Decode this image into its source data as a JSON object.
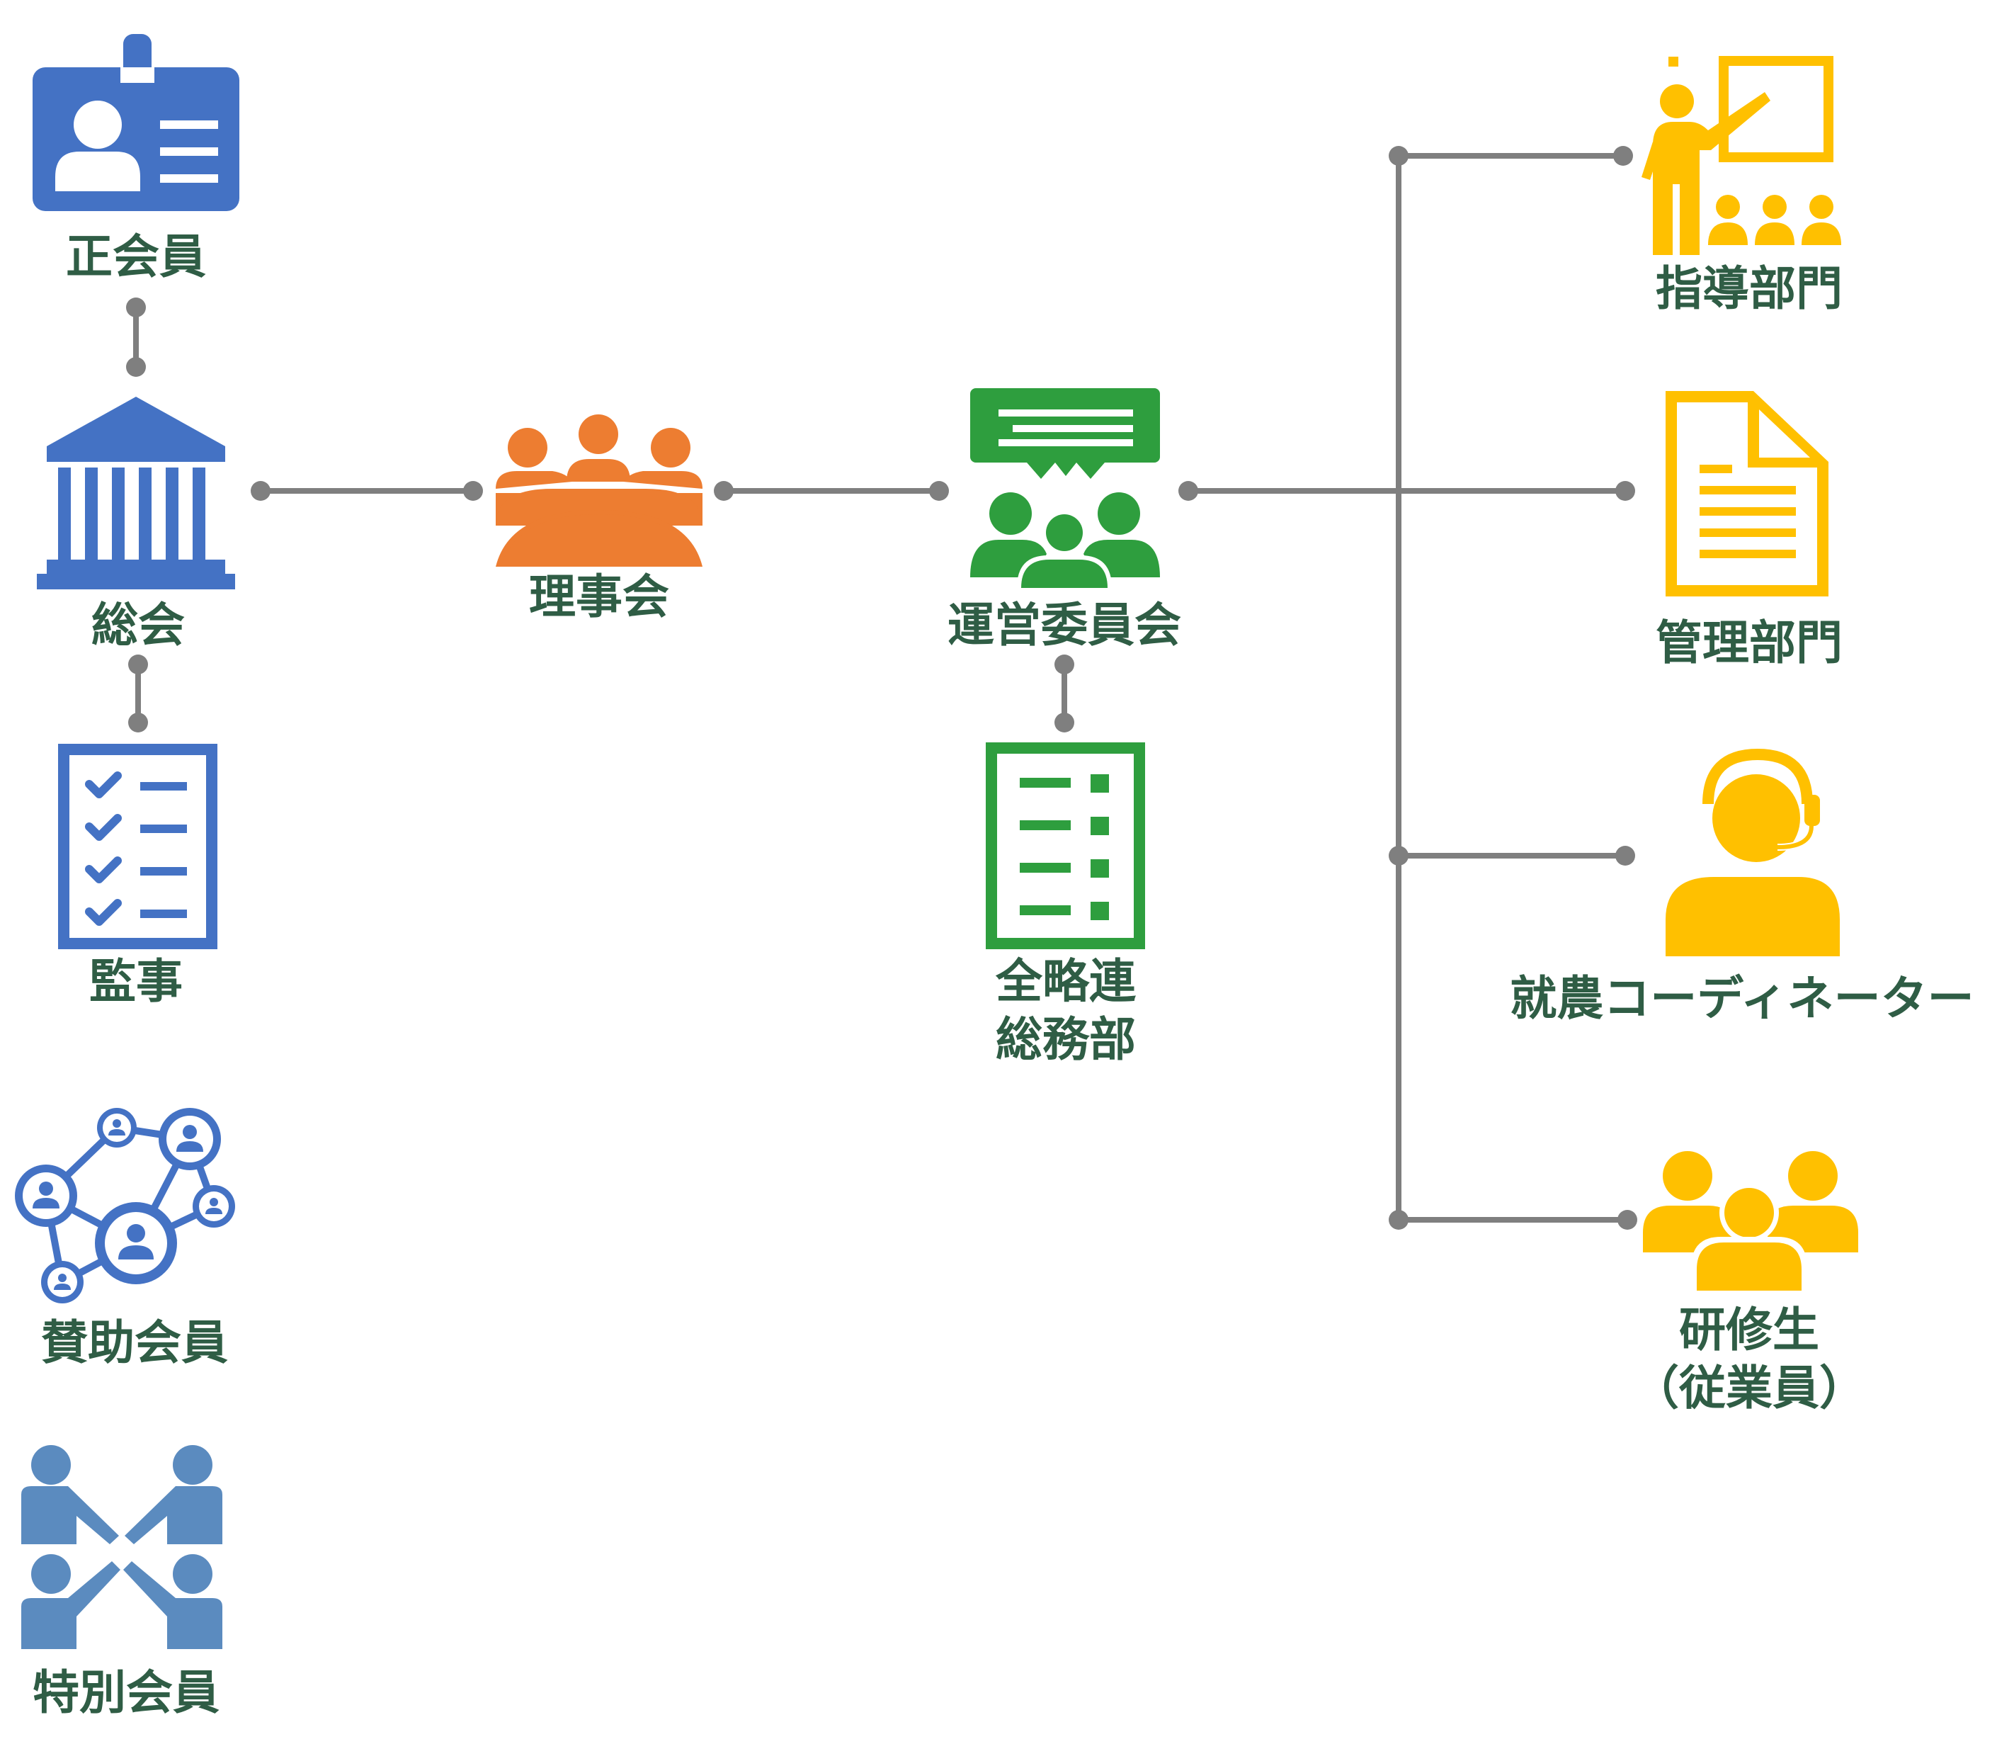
{
  "colors": {
    "blue": "#4472c4",
    "steel_blue": "#5b8bbf",
    "orange": "#ed7d31",
    "green": "#2e9e3e",
    "yellow": "#ffc000",
    "connector": "#7f7f7f",
    "label": "#2f5d45"
  },
  "nodes": {
    "regular_member": {
      "label": "正会員",
      "icon": "id-badge-icon"
    },
    "general_assembly": {
      "label": "総会",
      "icon": "bank-building-icon"
    },
    "auditor": {
      "label": "監事",
      "icon": "checklist-icon"
    },
    "supporting_member": {
      "label": "賛助会員",
      "icon": "people-network-icon"
    },
    "special_member": {
      "label": "特別会員",
      "icon": "handshake-people-icon"
    },
    "board": {
      "label": "理事会",
      "icon": "meeting-table-icon"
    },
    "steering_committee": {
      "label": "運営委員会",
      "icon": "discussion-group-icon"
    },
    "general_affairs": {
      "label_line1": "全略連",
      "label_line2": "総務部",
      "icon": "list-document-icon"
    },
    "guidance_dept": {
      "label": "指導部門",
      "icon": "presentation-teacher-icon"
    },
    "admin_dept": {
      "label": "管理部門",
      "icon": "document-icon"
    },
    "coordinator": {
      "label": "就農コーディネーター",
      "icon": "headset-operator-icon"
    },
    "trainees": {
      "label_line1": "研修生",
      "label_line2": "（従業員）",
      "icon": "group-people-icon"
    }
  }
}
